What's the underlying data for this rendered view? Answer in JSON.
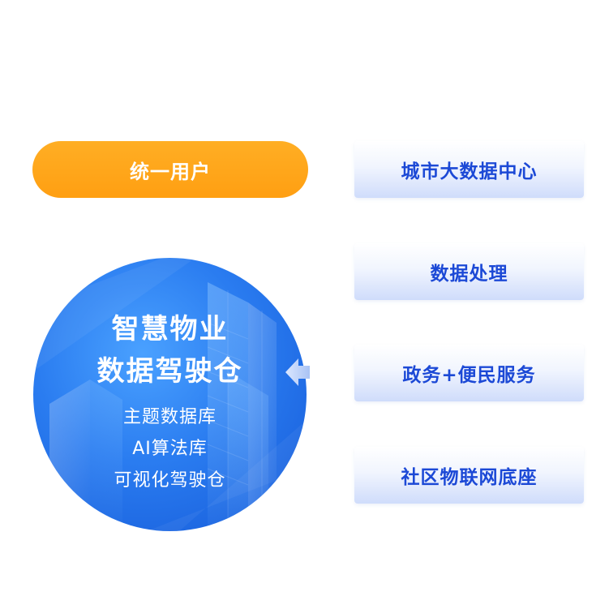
{
  "left": {
    "pill_label": "统一用户",
    "circle": {
      "title_line1": "智慧物业",
      "title_line2": "数据驾驶仓",
      "items": [
        "主题数据库",
        "AI算法库",
        "可视化驾驶仓"
      ]
    }
  },
  "right": {
    "boxes": [
      "城市大数据中心",
      "数据处理",
      "政务+便民服务",
      "社区物联网底座"
    ]
  },
  "colors": {
    "pill": "#ffa41c",
    "box_text": "#1c49d6",
    "circle": "#2a7cf0"
  },
  "icons": [
    "left-arrow-icon"
  ]
}
